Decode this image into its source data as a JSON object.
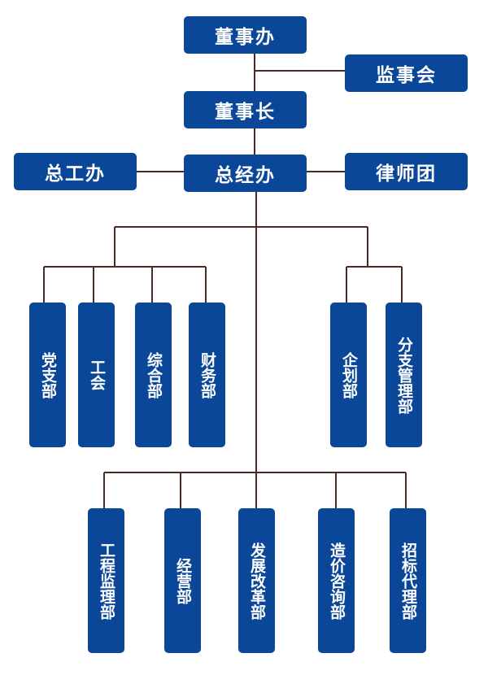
{
  "colors": {
    "box": "#0b4799",
    "text": "#ffffff",
    "line": "#4a2a22"
  },
  "org": {
    "board_office": "董事办",
    "supervisory_board": "监事会",
    "chairman": "董事长",
    "chief_engineer_office": "总工办",
    "general_manager_office": "总经办",
    "lawyer_team": "律师团",
    "party_branch": "党支部",
    "union": "工会",
    "general_affairs": "综合部",
    "finance": "财务部",
    "planning": "企划部",
    "branch_management": "分支管理部",
    "engineering_supervision": "工程监理部",
    "operations": "经营部",
    "development_reform": "发展改革部",
    "cost_consulting": "造价咨询部",
    "tender_agency": "招标代理部"
  }
}
